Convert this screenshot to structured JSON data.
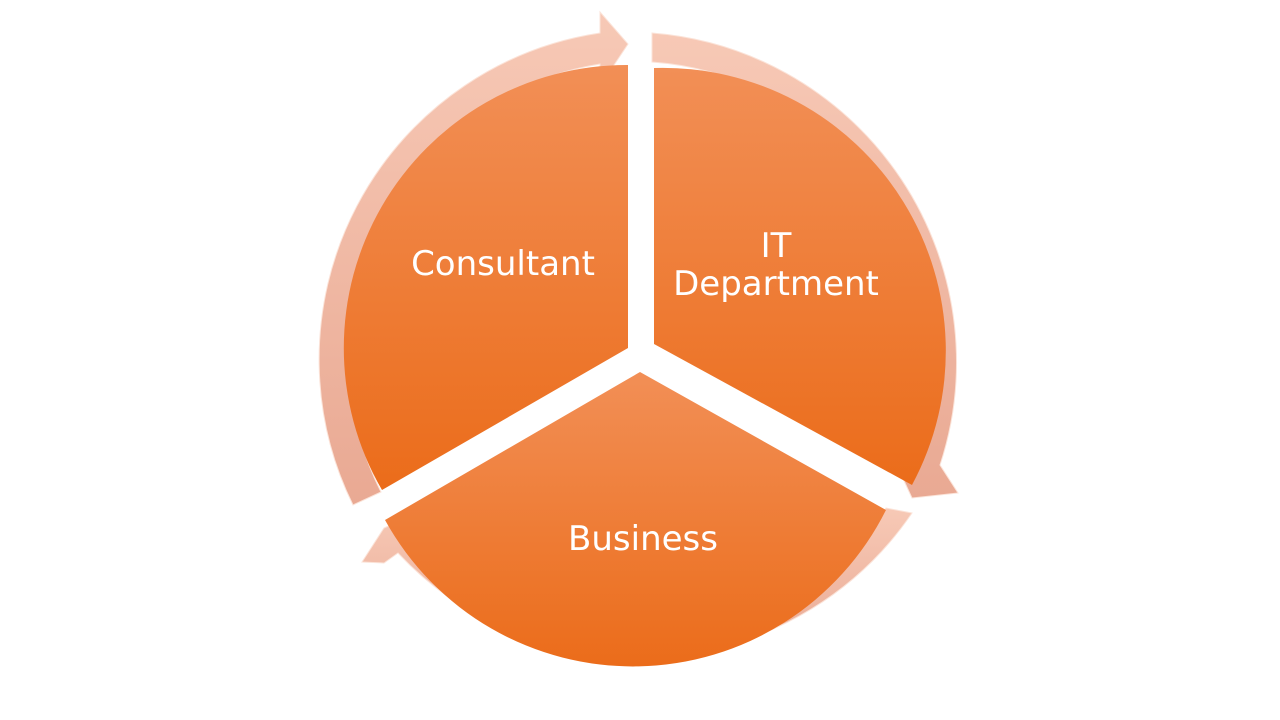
{
  "diagram": {
    "type": "cycle",
    "segments": [
      {
        "label": "Consultant",
        "line1": "Consultant"
      },
      {
        "label": "IT Department",
        "line1": "IT",
        "line2": "Department"
      },
      {
        "label": "Business",
        "line1": "Business"
      }
    ],
    "colors": {
      "segment_top": "#f28c50",
      "segment_bottom": "#ea6a16",
      "arrow": "#f4b9a3",
      "arrow_dark": "#e9a890"
    }
  }
}
